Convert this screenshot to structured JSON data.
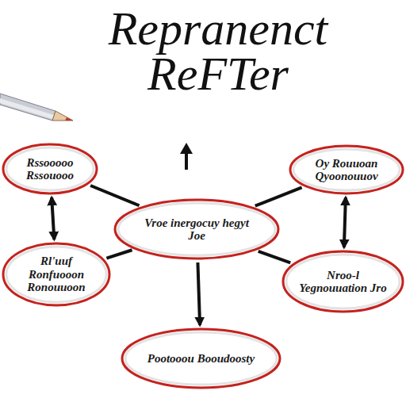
{
  "diagram": {
    "title": "Repranenct ReFTer",
    "nodes": [
      {
        "text": [
          "Rssooooo Rssouooo"
        ]
      },
      {
        "text": [
          "Oy Rouuoan Qyoonouuov"
        ]
      },
      {
        "text": [
          "Vroe inergocuy hegyt Joe"
        ]
      },
      {
        "text": [
          "Rl'uuf Ronfuooon Ronouuoon"
        ]
      },
      {
        "text": [
          "Nroo-l Yegnouuation Jro"
        ]
      },
      {
        "text": [
          "Pootooou Booudoosty"
        ]
      }
    ],
    "edges": [
      {
        "from": 2,
        "to": 0,
        "arrow": "none"
      },
      {
        "from": 2,
        "to": 1,
        "arrow": "none"
      },
      {
        "from": 0,
        "to": 3,
        "arrow": "both"
      },
      {
        "from": 1,
        "to": 4,
        "arrow": "both"
      },
      {
        "from": 2,
        "to": 3,
        "arrow": "none"
      },
      {
        "from": 2,
        "to": 4,
        "arrow": "none"
      },
      {
        "from": 2,
        "to": 5,
        "arrow": "to"
      }
    ]
  }
}
